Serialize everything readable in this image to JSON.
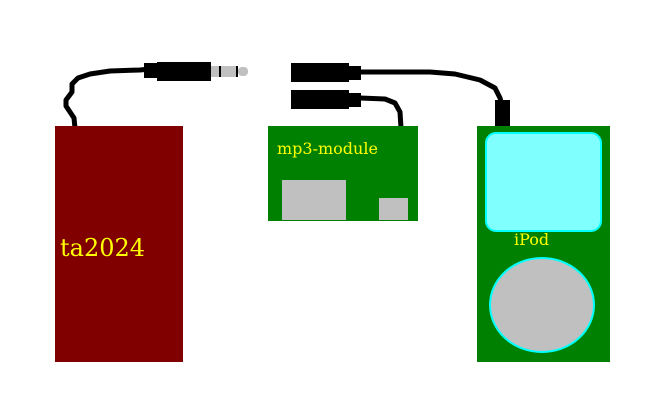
{
  "diagram": {
    "devices": {
      "ta2024": {
        "label": "ta2024",
        "color": "#800000",
        "text_color": "#ffff00"
      },
      "mp3_module": {
        "label": "mp3-module",
        "color": "#008000",
        "text_color": "#ffff00",
        "chip_color": "#c0c0c0"
      },
      "ipod": {
        "label": "iPod",
        "color": "#008000",
        "screen_color": "#80ffff",
        "screen_border": "#00ffff",
        "wheel_color": "#c0c0c0",
        "text_color": "#ffff00"
      }
    },
    "cables": {
      "cable_color": "#000000",
      "plug_tip_color": "#c0c0c0"
    }
  }
}
